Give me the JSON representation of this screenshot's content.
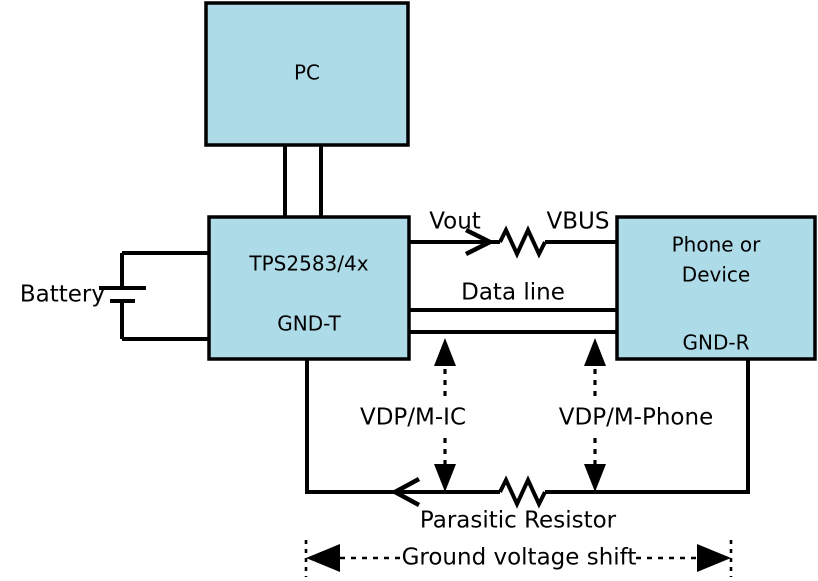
{
  "diagram": {
    "title": "USB charging ground voltage shift diagram",
    "accent_color": "#aedbe8",
    "line_color": "#000000",
    "background": "#ffffff",
    "blocks": [
      {
        "id": "pc",
        "label": "PC"
      },
      {
        "id": "tps",
        "label_top": "TPS2583/4x",
        "label_bottom": "GND-T"
      },
      {
        "id": "phone",
        "label_line1": "Phone or",
        "label_line2": "Device",
        "label_bottom": "GND-R"
      }
    ],
    "labels": {
      "battery": "Battery",
      "vout": "Vout",
      "vbus": "VBUS",
      "data_line": "Data line",
      "vdp_ic": "VDP/M-IC",
      "vdp_phone": "VDP/M-Phone",
      "parasitic_resistor": "Parasitic Resistor",
      "ground_voltage_shift": "Ground voltage shift"
    },
    "components": {
      "series_resistor": "resistor-zigzag",
      "parasitic_resistor_symbol": "resistor-zigzag",
      "battery_symbol": "battery-cell",
      "current_arrow_vbus": "arrow-right",
      "current_arrow_ground": "arrow-left"
    }
  }
}
